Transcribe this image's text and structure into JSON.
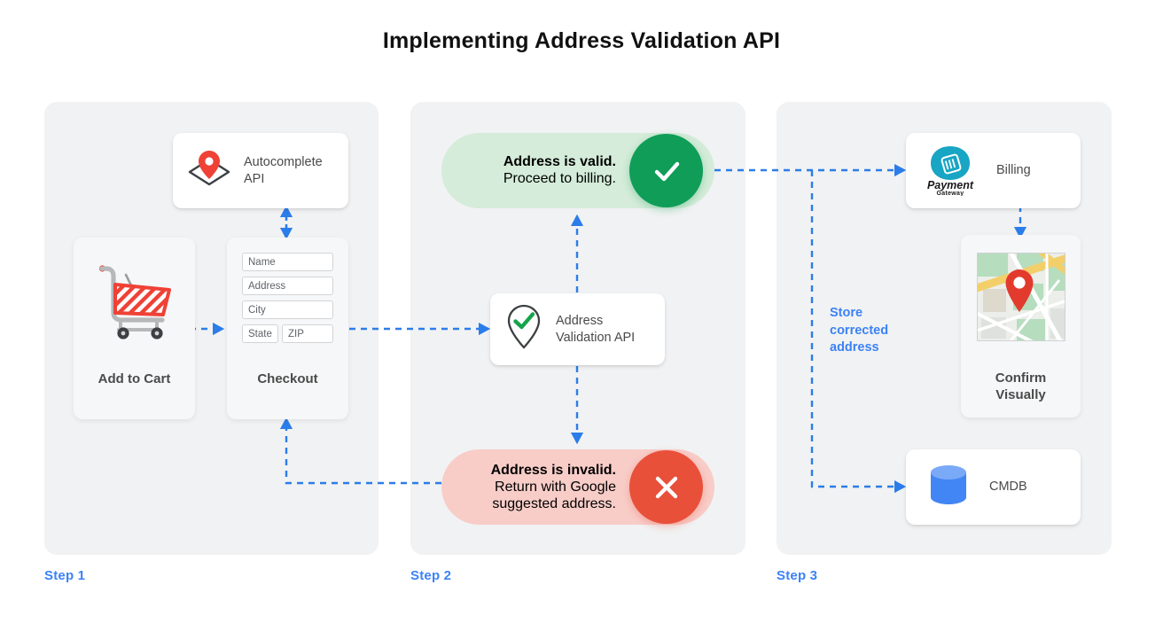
{
  "page": {
    "title": "Implementing Address Validation API",
    "background": "#ffffff"
  },
  "colors": {
    "panel": "#f1f2f3",
    "accent_blue": "#3b82f6",
    "valid_green": "#0f9d58",
    "valid_green_bg": "#d4ecd9",
    "invalid_red": "#e8503a",
    "invalid_red_bg": "#f8cdc8",
    "pin_red": "#ef4136",
    "cmdb_blue": "#4285f4",
    "payment_teal": "#19a5c4",
    "text_dark": "#4a4a4a"
  },
  "steps": [
    {
      "id": "step1",
      "label": "Step 1"
    },
    {
      "id": "step2",
      "label": "Step 2"
    },
    {
      "id": "step3",
      "label": "Step 3"
    }
  ],
  "step1": {
    "autocomplete_card": {
      "label": "Autocomplete\nAPI",
      "label_line1": "Autocomplete",
      "label_line2": "API",
      "icon": "map-pin-diamond-icon"
    },
    "cart_card": {
      "label": "Add to Cart",
      "icon": "shopping-cart-icon"
    },
    "checkout_card": {
      "label": "Checkout",
      "fields": [
        {
          "name": "name-field",
          "value": "Name"
        },
        {
          "name": "address-field",
          "value": "Address"
        },
        {
          "name": "city-field",
          "value": "City"
        },
        {
          "name": "state-field",
          "value": "State"
        },
        {
          "name": "zip-field",
          "value": "ZIP"
        }
      ]
    }
  },
  "step2": {
    "valid_pill": {
      "line1": "Address is valid.",
      "line2": "Proceed to billing.",
      "icon": "check-circle-icon",
      "color": "#0f9d58"
    },
    "validation_card": {
      "label_line1": "Address",
      "label_line2": "Validation API",
      "icon": "pin-check-icon"
    },
    "invalid_pill": {
      "line1": "Address is invalid.",
      "line2": "Return with Google",
      "line3": "suggested address.",
      "icon": "x-circle-icon",
      "color": "#e8503a"
    }
  },
  "step3": {
    "billing_card": {
      "label": "Billing",
      "icon": "payment-gateway-icon",
      "logo_line1": "Payment",
      "logo_line2": "Gateway"
    },
    "confirm_card": {
      "label_line1": "Confirm",
      "label_line2": "Visually",
      "icon": "map-thumbnail-icon"
    },
    "cmdb_card": {
      "label": "CMDB",
      "icon": "database-cylinder-icon"
    },
    "store_note": {
      "line1": "Store",
      "line2": "corrected",
      "line3": "address"
    }
  }
}
